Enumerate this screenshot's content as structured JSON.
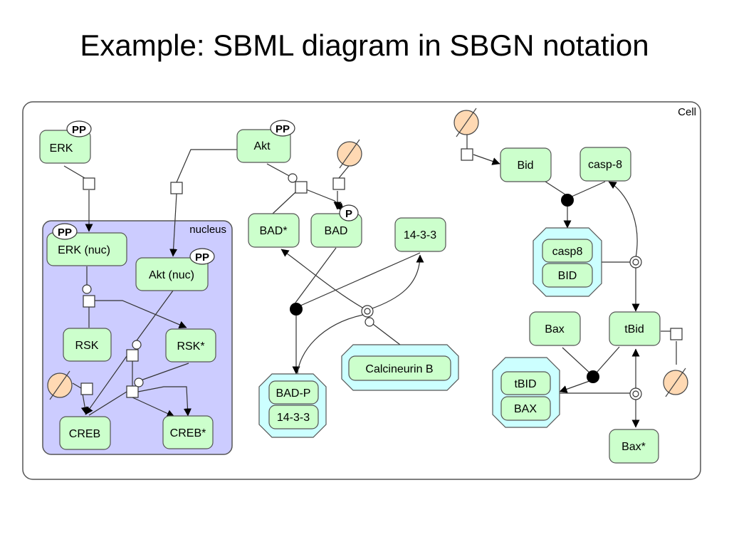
{
  "title": "Example: SBML diagram in SBGN notation",
  "compartments": {
    "cell": "Cell",
    "nucleus": "nucleus"
  },
  "nodes": {
    "erk": "ERK",
    "akt": "Akt",
    "erk_nuc": "ERK (nuc)",
    "akt_nuc": "Akt (nuc)",
    "rsk": "RSK",
    "rsk_star": "RSK*",
    "creb": "CREB",
    "creb_star": "CREB*",
    "bad_star": "BAD*",
    "bad": "BAD",
    "p1433": "14-3-3",
    "calcineurin_b": "Calcineurin B",
    "bid": "Bid",
    "casp8_free": "casp-8",
    "bax": "Bax",
    "tbid": "tBid",
    "bax_star": "Bax*"
  },
  "complexes": {
    "bad_complex": [
      "BAD-P",
      "14-3-3"
    ],
    "casp_complex": [
      "casp8",
      "BID"
    ],
    "tbid_complex": [
      "tBID",
      "BAX"
    ]
  },
  "state_variables": {
    "pp": "PP",
    "p": "P"
  },
  "colors": {
    "macromolecule_fill": "#ccffcc",
    "complex_fill": "#ccffff",
    "nucleus_fill": "#ccccff",
    "source_sink_fill": "#ffd9b3",
    "stroke": "#333333"
  }
}
